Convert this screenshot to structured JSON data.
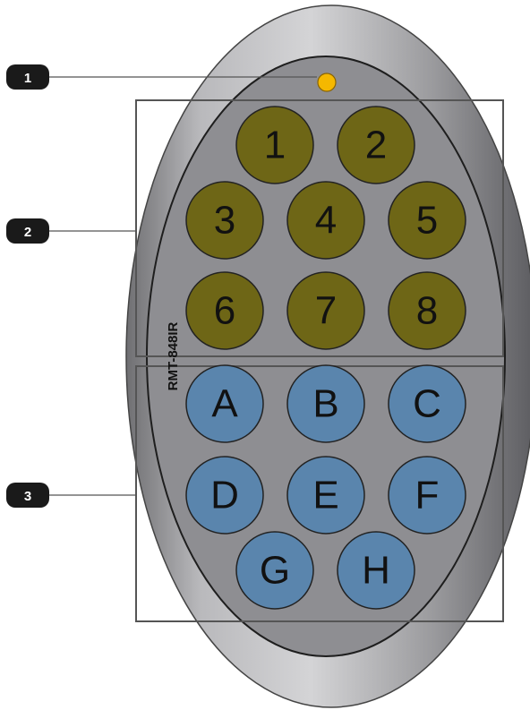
{
  "model": "RMT-848IR",
  "colors": {
    "number_button": "#6e6616",
    "letter_button": "#5a85ad",
    "led": "#f5b800",
    "callout_badge": "#1a1a1a"
  },
  "callouts": [
    {
      "label": "1",
      "target": "led"
    },
    {
      "label": "2",
      "target": "number-buttons"
    },
    {
      "label": "3",
      "target": "letter-buttons"
    }
  ],
  "number_buttons": [
    "1",
    "2",
    "3",
    "4",
    "5",
    "6",
    "7",
    "8"
  ],
  "letter_buttons": [
    "A",
    "B",
    "C",
    "D",
    "E",
    "F",
    "G",
    "H"
  ]
}
